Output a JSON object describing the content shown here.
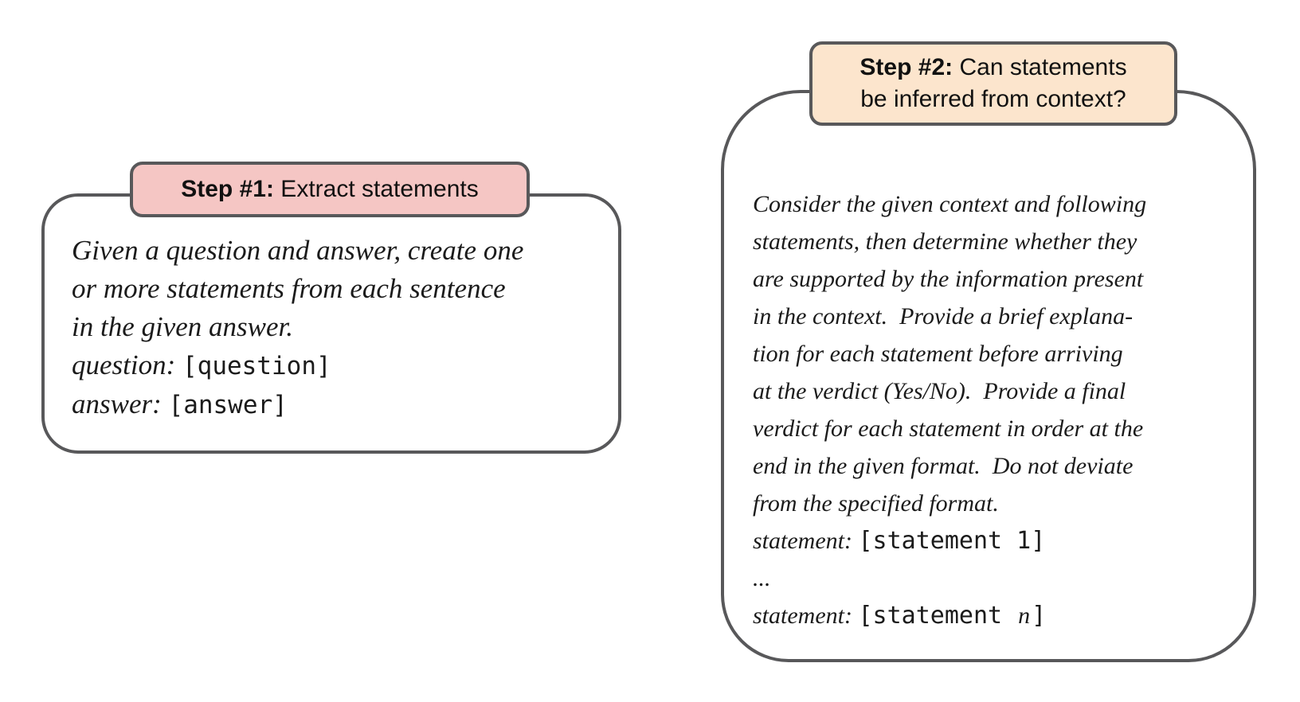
{
  "colors": {
    "background": "#ffffff",
    "outline": "#58585a",
    "text": "#1b1b1b",
    "step1_header_fill": "#f5c6c4",
    "step2_header_fill": "#fce5cd"
  },
  "steps": [
    {
      "id": "step-1",
      "header": {
        "fill": "#f5c6c4",
        "lines": [
          [
            {
              "bold": true,
              "text": "Step #1:"
            },
            {
              "bold": false,
              "text": " Extract statements"
            }
          ]
        ]
      },
      "body": {
        "lines": [
          [
            {
              "style": "serif",
              "text": "Given a question and answer, create one"
            }
          ],
          [
            {
              "style": "serif",
              "text": "or more statements from each sentence"
            }
          ],
          [
            {
              "style": "serif",
              "text": "in the given answer."
            }
          ],
          [
            {
              "style": "serif",
              "text": "question: "
            },
            {
              "style": "mono",
              "text": "[question]"
            }
          ],
          [
            {
              "style": "serif",
              "text": "answer: "
            },
            {
              "style": "mono",
              "text": "[answer]"
            }
          ]
        ]
      }
    },
    {
      "id": "step-2",
      "header": {
        "fill": "#fce5cd",
        "lines": [
          [
            {
              "bold": true,
              "text": "Step #2:"
            },
            {
              "bold": false,
              "text": " Can statements"
            }
          ],
          [
            {
              "bold": false,
              "text": "be inferred from context?"
            }
          ]
        ]
      },
      "body": {
        "lines": [
          [
            {
              "style": "serif",
              "text": "Consider the given context and following"
            }
          ],
          [
            {
              "style": "serif",
              "text": "statements, then determine whether they"
            }
          ],
          [
            {
              "style": "serif",
              "text": "are supported by the information present"
            }
          ],
          [
            {
              "style": "serif",
              "text": "in the context.  Provide a brief explana-"
            }
          ],
          [
            {
              "style": "serif",
              "text": "tion for each statement before arriving"
            }
          ],
          [
            {
              "style": "serif",
              "text": "at the verdict (Yes/No).  Provide a final"
            }
          ],
          [
            {
              "style": "serif",
              "text": "verdict for each statement in order at the"
            }
          ],
          [
            {
              "style": "serif",
              "text": "end in the given format.  Do not deviate"
            }
          ],
          [
            {
              "style": "serif",
              "text": "from the specified format."
            }
          ],
          [
            {
              "style": "serif",
              "text": "statement: "
            },
            {
              "style": "mono",
              "text": "[statement 1]"
            }
          ],
          [
            {
              "style": "serif",
              "text": "..."
            }
          ],
          [
            {
              "style": "serif",
              "text": "statement: "
            },
            {
              "style": "mono",
              "text": "[statement "
            },
            {
              "style": "math",
              "text": "n"
            },
            {
              "style": "mono",
              "text": "]"
            }
          ]
        ]
      }
    }
  ]
}
